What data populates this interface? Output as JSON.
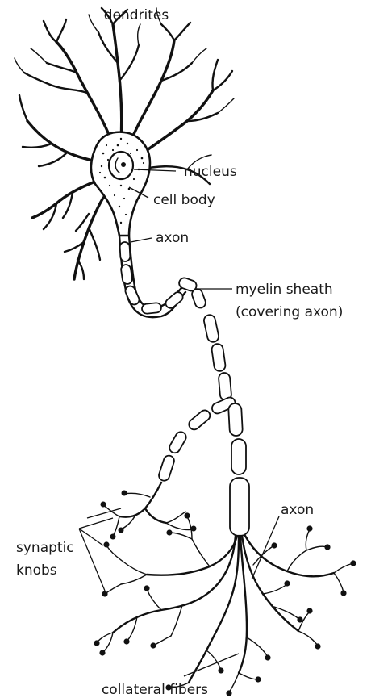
{
  "labels": {
    "dendrites": "dendrites",
    "nucleus": "nucleus",
    "cell_body": "cell body",
    "axon_top": "axon",
    "myelin_line1": "myelin sheath",
    "myelin_line2": "(covering axon)",
    "axon_bottom": "axon",
    "synaptic_line1": "synaptic",
    "synaptic_line2": "knobs",
    "collateral": "collateral fibers"
  }
}
